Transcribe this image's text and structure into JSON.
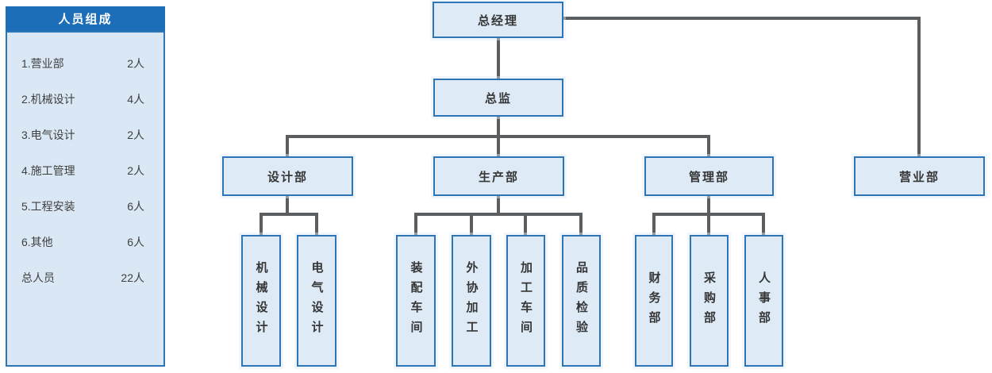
{
  "sidebar": {
    "title": "人员组成",
    "items": [
      {
        "label": "1.营业部",
        "count": "2人"
      },
      {
        "label": "2.机械设计",
        "count": "4人"
      },
      {
        "label": "3.电气设计",
        "count": "2人"
      },
      {
        "label": "4.施工管理",
        "count": "2人"
      },
      {
        "label": "5.工程安装",
        "count": "6人"
      },
      {
        "label": "6.其他",
        "count": "6人"
      },
      {
        "label": "总人员",
        "count": "22人"
      }
    ]
  },
  "org_chart": {
    "root": {
      "label": "总经理"
    },
    "director": {
      "label": "总监"
    },
    "departments": [
      {
        "label": "设计部"
      },
      {
        "label": "生产部"
      },
      {
        "label": "管理部"
      },
      {
        "label": "营业部"
      }
    ],
    "design_children": [
      {
        "label": "机械设计"
      },
      {
        "label": "电气设计"
      }
    ],
    "production_children": [
      {
        "label": "装配车间"
      },
      {
        "label": "外协加工"
      },
      {
        "label": "加工车间"
      },
      {
        "label": "品质检验"
      }
    ],
    "management_children": [
      {
        "label": "财务部"
      },
      {
        "label": "采购部"
      },
      {
        "label": "人事部"
      }
    ]
  },
  "colors": {
    "header_blue": "#1b6eb7",
    "panel_fill": "#dae8f5",
    "node_fill": "#deebf7",
    "node_border": "#2e75b6",
    "connector_gray": "#5a5e61"
  }
}
